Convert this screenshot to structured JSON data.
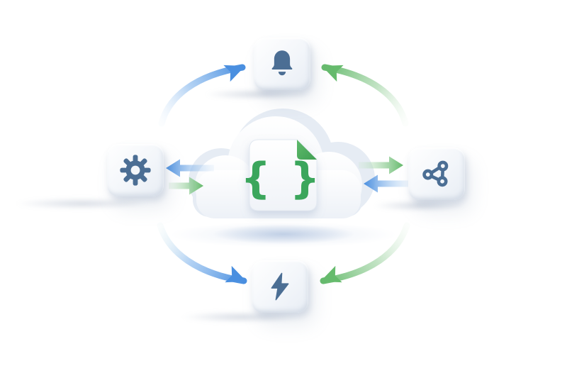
{
  "illustration": {
    "name": "cloud-code-integration",
    "center": {
      "icon": "cloud-icon",
      "document_icon": "code-document-icon",
      "glyph": "{ }"
    },
    "nodes": [
      {
        "position": "top",
        "icon": "bell-icon"
      },
      {
        "position": "left",
        "icon": "gear-icon"
      },
      {
        "position": "right",
        "icon": "share-network-icon"
      },
      {
        "position": "bottom",
        "icon": "lightning-bolt-icon"
      }
    ],
    "flows": [
      {
        "path": "left-to-top",
        "shape": "arc",
        "color_name": "blue",
        "arrow_points_to": "top"
      },
      {
        "path": "right-to-top",
        "shape": "arc",
        "color_name": "green",
        "arrow_points_to": "top"
      },
      {
        "path": "left-to-bottom",
        "shape": "arc",
        "color_name": "blue",
        "arrow_points_to": "bottom"
      },
      {
        "path": "right-to-bottom",
        "shape": "arc",
        "color_name": "green",
        "arrow_points_to": "bottom"
      },
      {
        "path": "center-to-left",
        "shape": "straight",
        "color_name": "blue",
        "arrow_points_to": "left"
      },
      {
        "path": "left-to-center",
        "shape": "straight",
        "color_name": "green",
        "arrow_points_to": "center"
      },
      {
        "path": "center-to-right",
        "shape": "straight",
        "color_name": "green",
        "arrow_points_to": "right"
      },
      {
        "path": "right-to-center",
        "shape": "straight",
        "color_name": "blue",
        "arrow_points_to": "center"
      }
    ]
  },
  "colors": {
    "background": "#ffffff",
    "icon_slate": "#4b6e94",
    "arrow_blue": "#4a8fe0",
    "arrow_green": "#66bb6d",
    "brace_green": "#3aa65b",
    "fold_green": "#46a55c",
    "tile_face": "#f4f6fa",
    "tile_edge": "#dde4ee",
    "cloud_back": "#e6ecf4",
    "cloud_shadow": "#9fb6d8"
  }
}
